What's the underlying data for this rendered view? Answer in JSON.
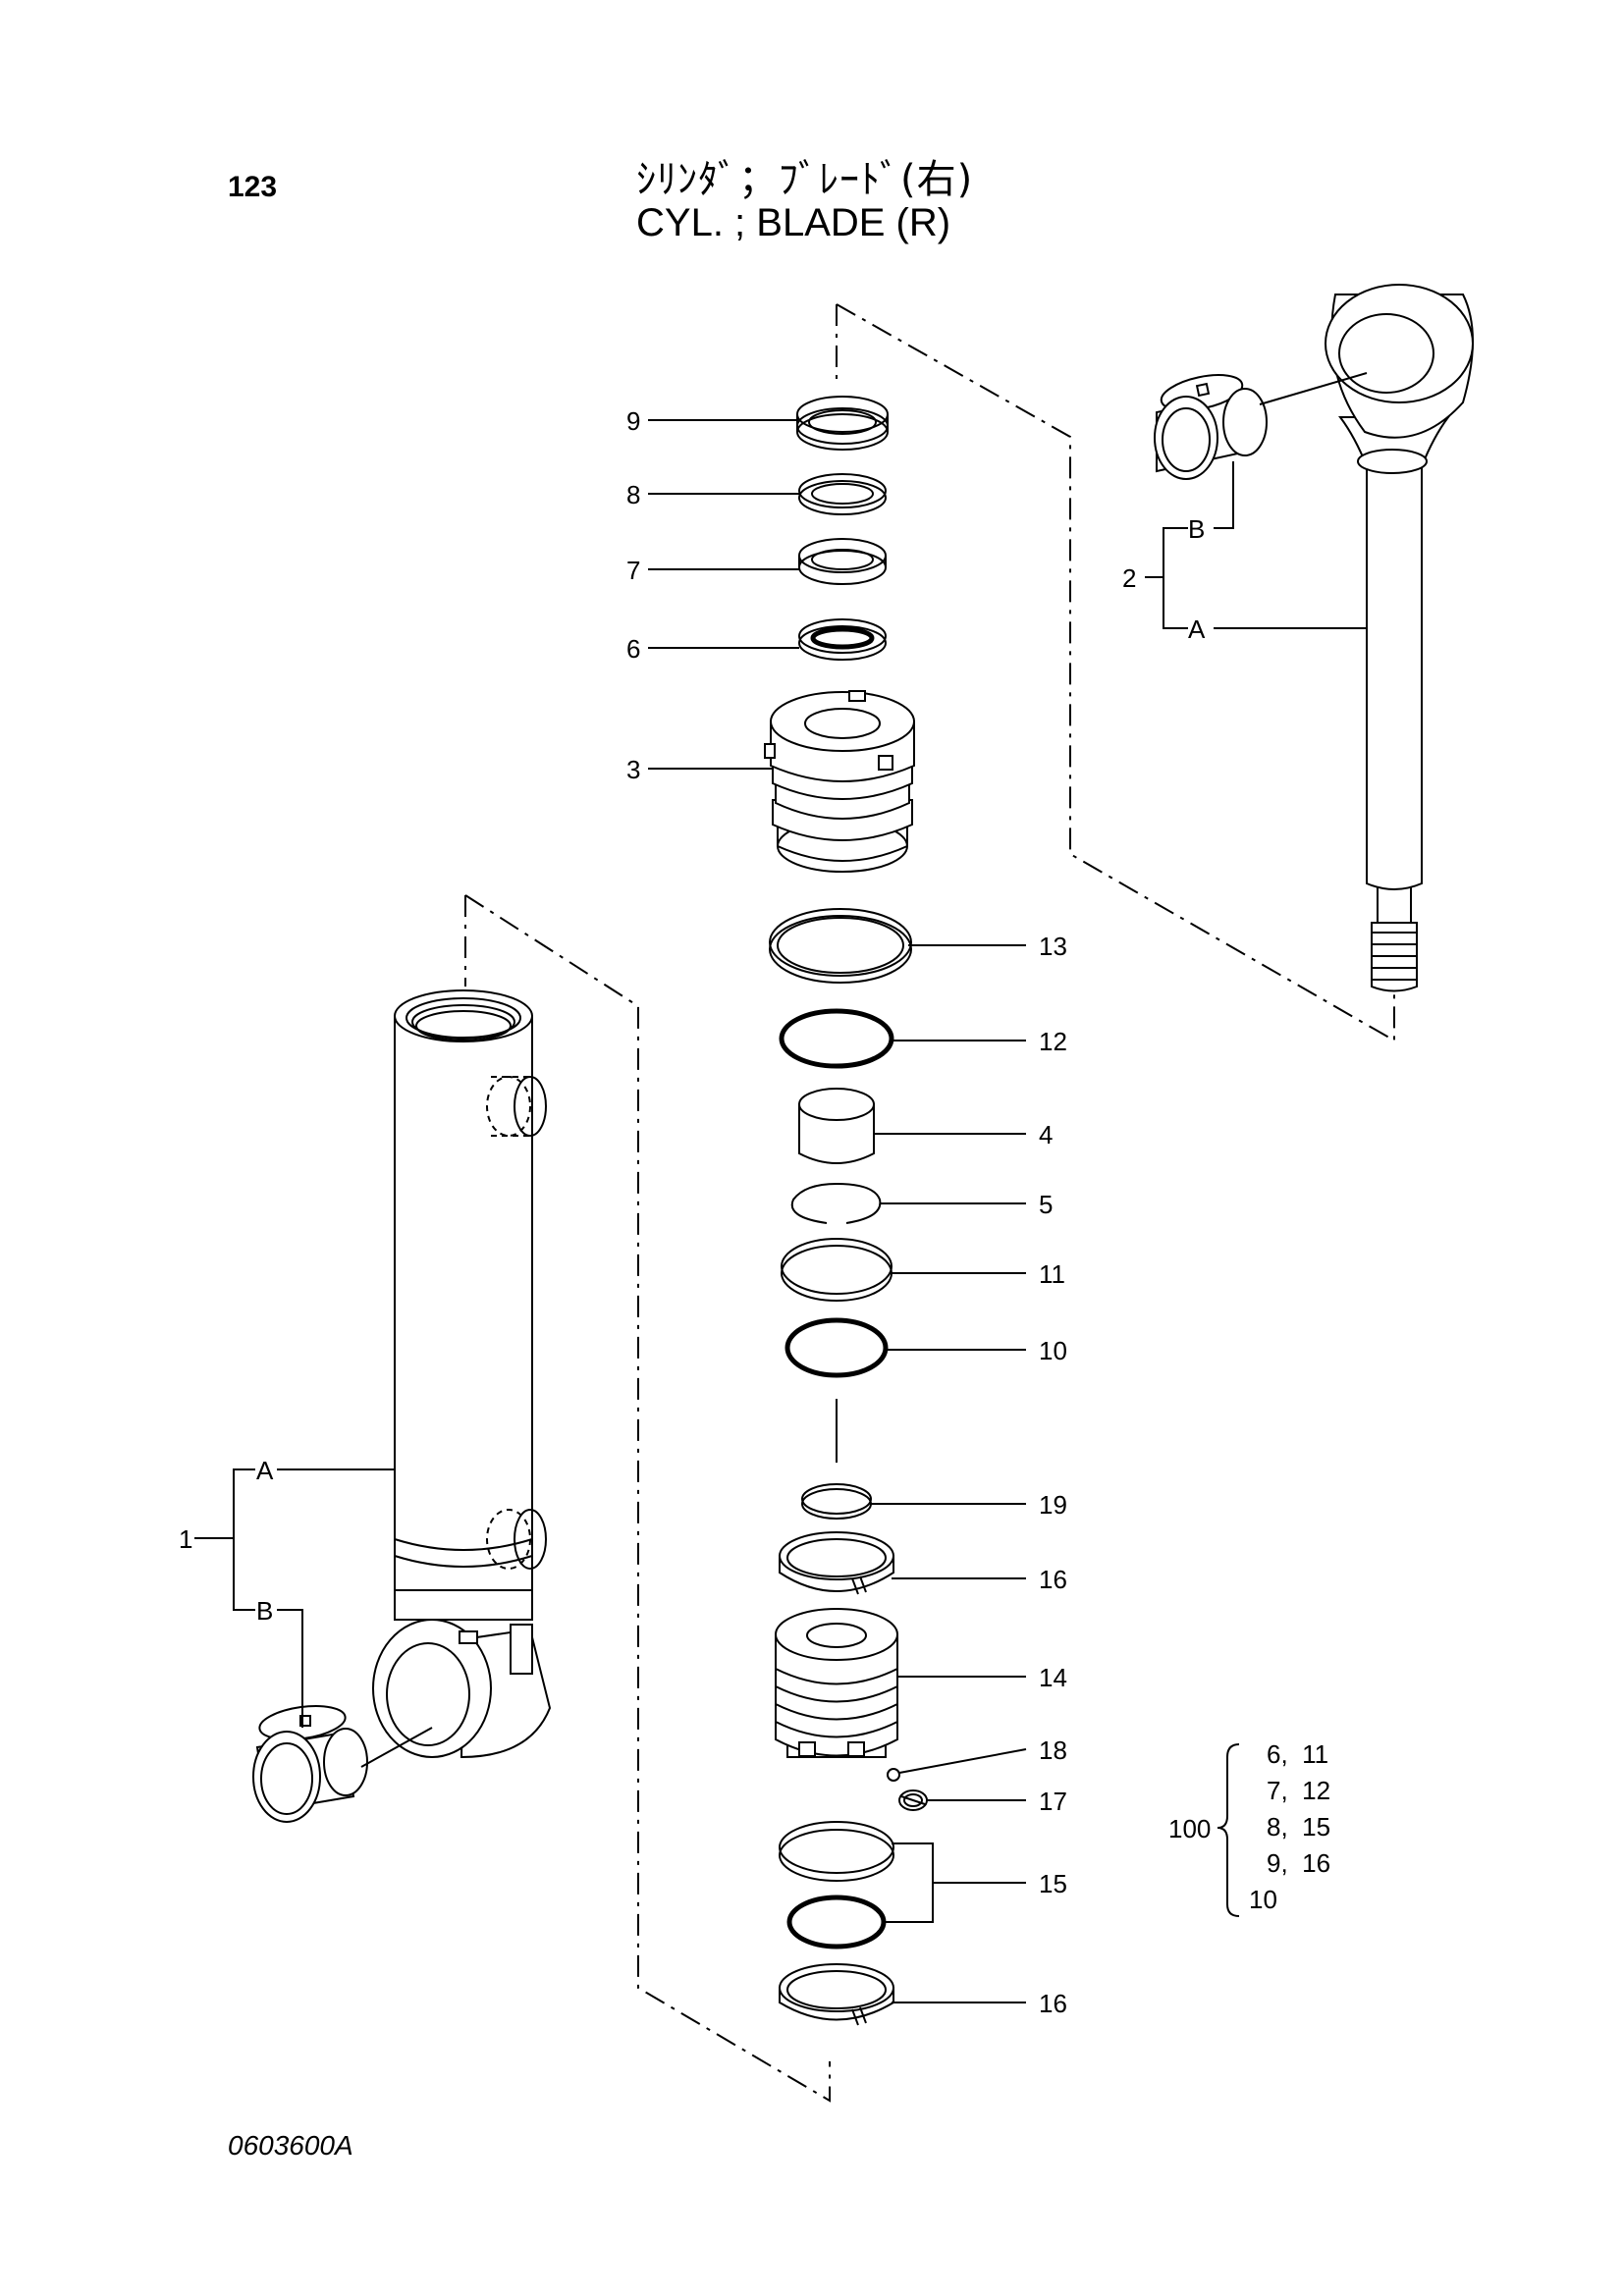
{
  "page_number": "123",
  "title": {
    "jp": "ｼﾘﾝﾀﾞ；ﾌﾞﾚｰﾄﾞ(右)",
    "en": "CYL. ; BLADE (R)"
  },
  "drawing_code": "0603600A",
  "callouts": {
    "p9": "9",
    "p8": "8",
    "p7": "7",
    "p6": "6",
    "p3": "3",
    "p13": "13",
    "p12": "12",
    "p4": "4",
    "p5": "5",
    "p11": "11",
    "p10": "10",
    "p19": "19",
    "p16a": "16",
    "p14": "14",
    "p18": "18",
    "p17": "17",
    "p15": "15",
    "p16b": "16"
  },
  "assembly_rod": {
    "number": "2",
    "sub_b": "B",
    "sub_a": "A"
  },
  "assembly_tube": {
    "number": "1",
    "sub_a": "A",
    "sub_b": "B"
  },
  "kit": {
    "number": "100",
    "rows": [
      "6,  11",
      "7,  12",
      "8,  15",
      "9,  16",
      "10"
    ]
  }
}
